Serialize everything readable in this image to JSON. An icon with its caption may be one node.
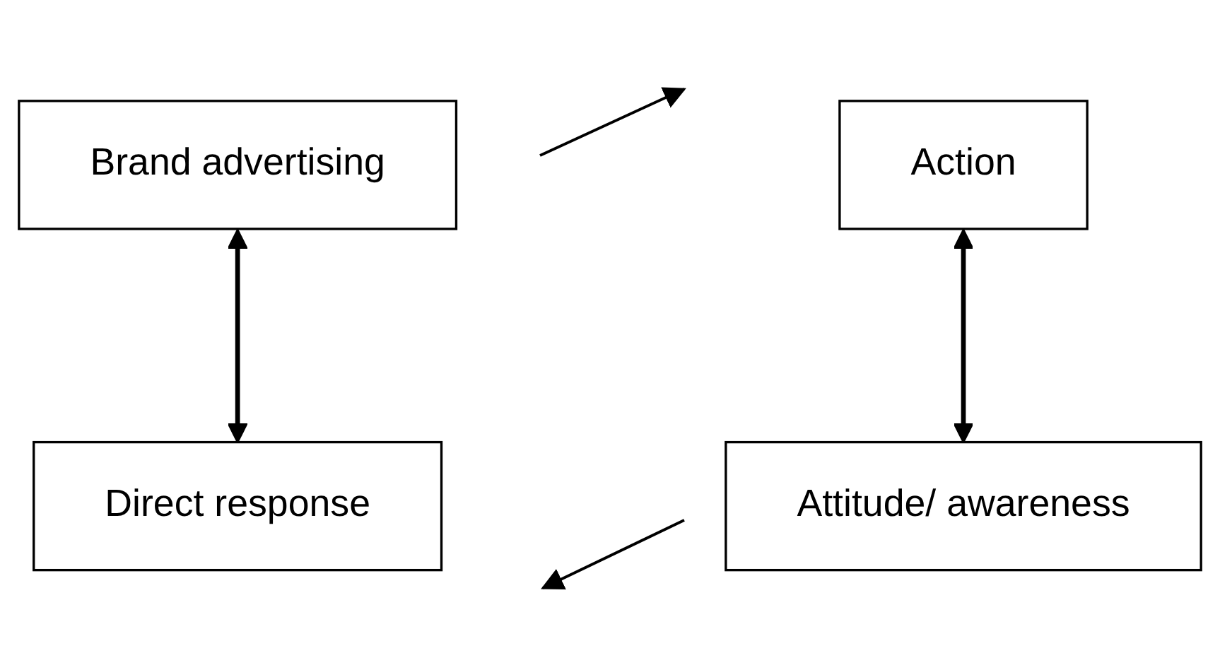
{
  "diagram": {
    "nodes": [
      {
        "text": [
          "Brand advertising"
        ]
      },
      {
        "text": [
          "Action"
        ]
      },
      {
        "text": [
          "Attitude/ awareness"
        ]
      },
      {
        "text": [
          "Direct response"
        ]
      }
    ],
    "edges": [
      {
        "from": 0,
        "to": 3,
        "arrow": "both"
      },
      {
        "from": 1,
        "to": 2,
        "arrow": "both"
      }
    ]
  }
}
